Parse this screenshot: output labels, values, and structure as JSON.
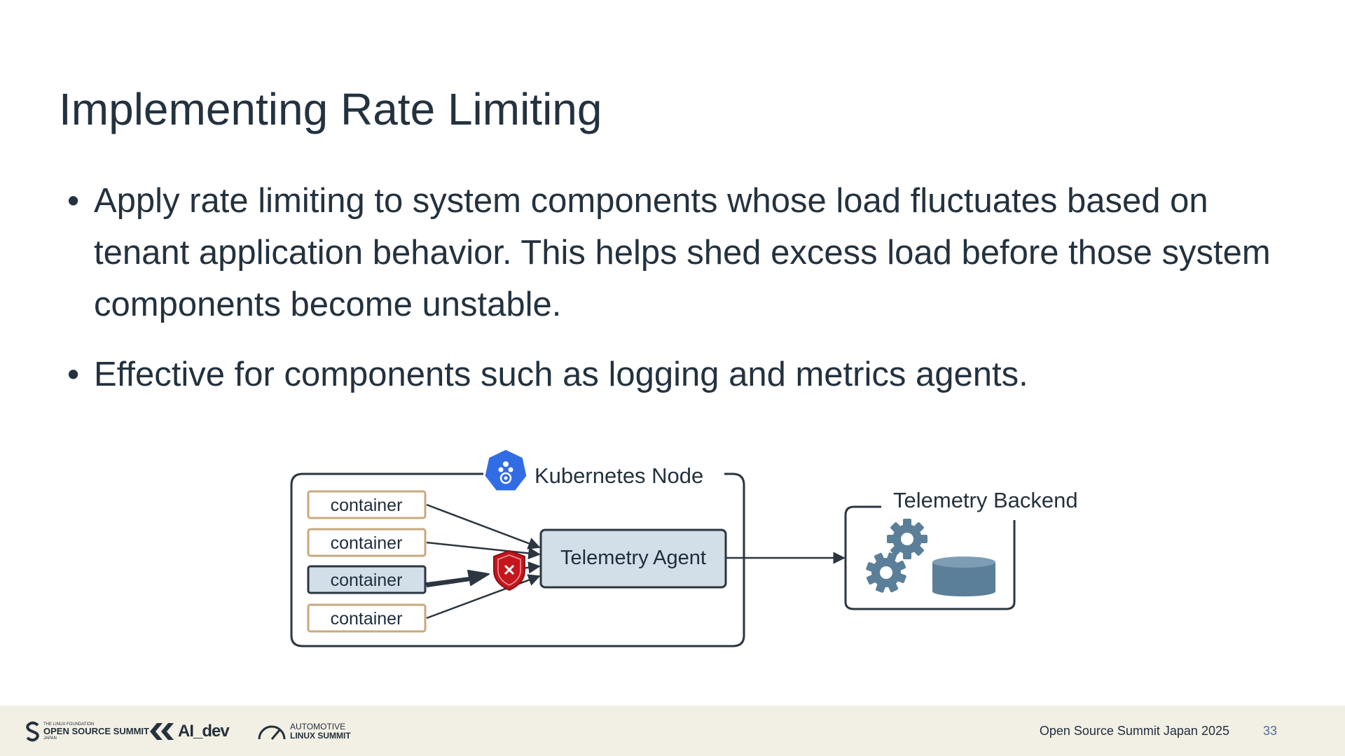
{
  "slide": {
    "title": "Implementing Rate Limiting",
    "bullets": [
      "Apply rate limiting to system components whose load fluctuates based on tenant application behavior. This helps shed excess load before those system components become unstable.",
      "Effective for components such as logging and metrics agents."
    ],
    "bullet_glyph": "•"
  },
  "diagram": {
    "node_label": "Kubernetes Node",
    "containers": [
      {
        "label": "container",
        "state": "normal"
      },
      {
        "label": "container",
        "state": "normal"
      },
      {
        "label": "container",
        "state": "noisy"
      },
      {
        "label": "container",
        "state": "normal"
      }
    ],
    "agent_label": "Telemetry Agent",
    "backend_label": "Telemetry Backend",
    "icons": [
      "kubernetes-icon",
      "rate-limit-shield-icon",
      "gears-icon",
      "database-icon"
    ],
    "colors": {
      "container_border": "#c8a97e",
      "noisy_fill": "#d3dfe8",
      "agent_fill": "#d3dfe8",
      "line": "#2b3640",
      "shield": "#c4161c",
      "k8s": "#326ce5",
      "backend_icon": "#5b7f99"
    }
  },
  "footer": {
    "event": "Open Source Summit Japan 2025",
    "page": "33",
    "logos": [
      {
        "name": "open-source-summit-logo",
        "text": "OPEN SOURCE SUMMIT",
        "small": "THE LINUX FOUNDATION",
        "sub": "JAPAN"
      },
      {
        "name": "ai-dev-logo",
        "text": "AI_dev"
      },
      {
        "name": "automotive-linux-summit-logo",
        "line1": "AUTOMOTIVE",
        "line2": "LINUX SUMMIT"
      }
    ]
  }
}
